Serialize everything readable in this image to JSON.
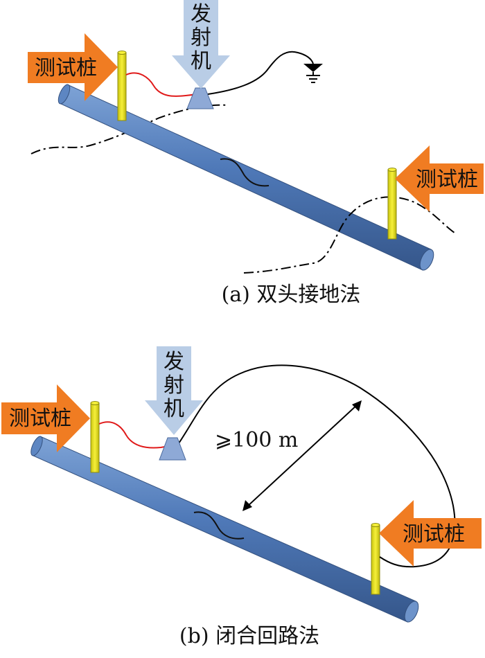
{
  "panel_a": {
    "caption": "(a) 双头接地法",
    "transmitter_label_line1": "发",
    "transmitter_label_line2": "射",
    "transmitter_label_line3": "机",
    "test_pile_left": "测试桩",
    "test_pile_right": "测试桩"
  },
  "panel_b": {
    "caption": "(b) 闭合回路法",
    "transmitter_label_line1": "发",
    "transmitter_label_line2": "射",
    "transmitter_label_line3": "机",
    "test_pile_left": "测试桩",
    "test_pile_right": "测试桩",
    "distance_label": "⩾100 m"
  },
  "colors": {
    "pipe": "#4f79b8",
    "pipe_dark": "#3d5f94",
    "pipe_light": "#6e95cc",
    "pile": "#e8e21a",
    "pile_stroke": "#8c8a10",
    "orange_arrow": "#f07c22",
    "blue_arrow": "#b9cde6",
    "transmitter": "#8ea9d6",
    "red_wire": "#e01a1a",
    "black_wire": "#000000"
  }
}
